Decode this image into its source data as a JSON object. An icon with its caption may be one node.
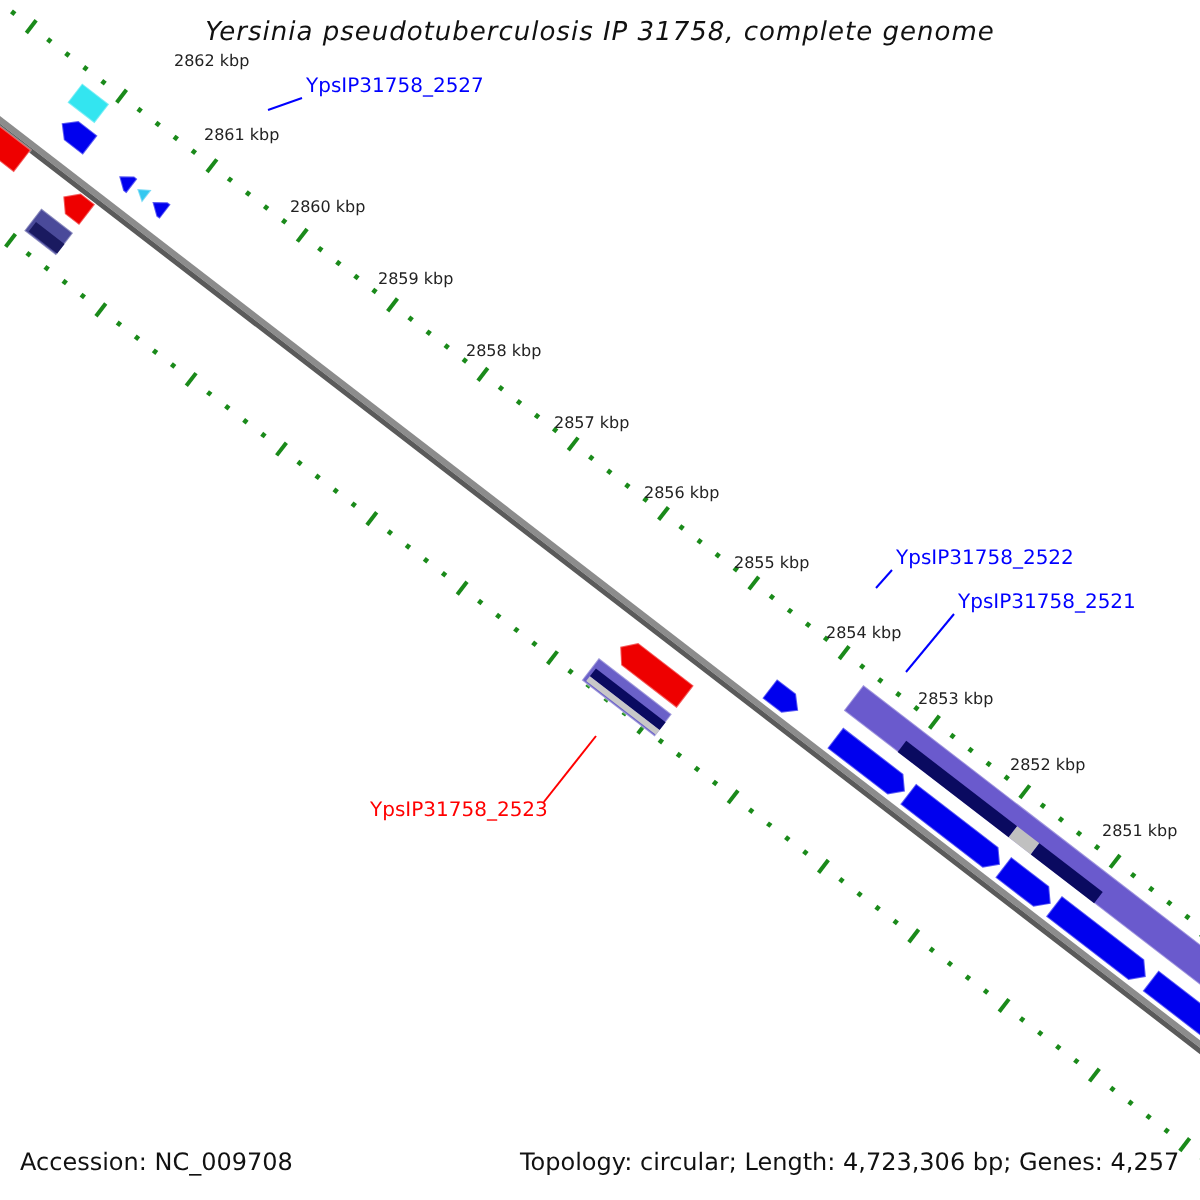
{
  "diagram": {
    "title": "Yersinia pseudotuberculosis IP 31758, complete genome",
    "nodes": [
      {
        "text": [
          "YpsIP31758_2527"
        ]
      },
      {
        "text": [
          "YpsIP31758_2522"
        ]
      },
      {
        "text": [
          "YpsIP31758_2521"
        ]
      },
      {
        "text": [
          "YpsIP31758_2523"
        ]
      }
    ],
    "edges": [
      {
        "from": 0,
        "to": null,
        "arrow": "none"
      },
      {
        "from": 1,
        "to": null,
        "arrow": "none"
      },
      {
        "from": 2,
        "to": null,
        "arrow": "none"
      },
      {
        "from": 3,
        "to": null,
        "arrow": "none",
        "color": "#ff0000"
      }
    ],
    "labels": [
      "2862 kbp",
      "2861 kbp",
      "2860 kbp",
      "2859 kbp",
      "2858 kbp",
      "2857 kbp",
      "2856 kbp",
      "2855 kbp",
      "2854 kbp",
      "2853 kbp",
      "2852 kbp",
      "2851 kbp",
      "Accession: NC_009708",
      "Topology: circular; Length: 4,723,306 bp; Genes: 4,257"
    ]
  }
}
